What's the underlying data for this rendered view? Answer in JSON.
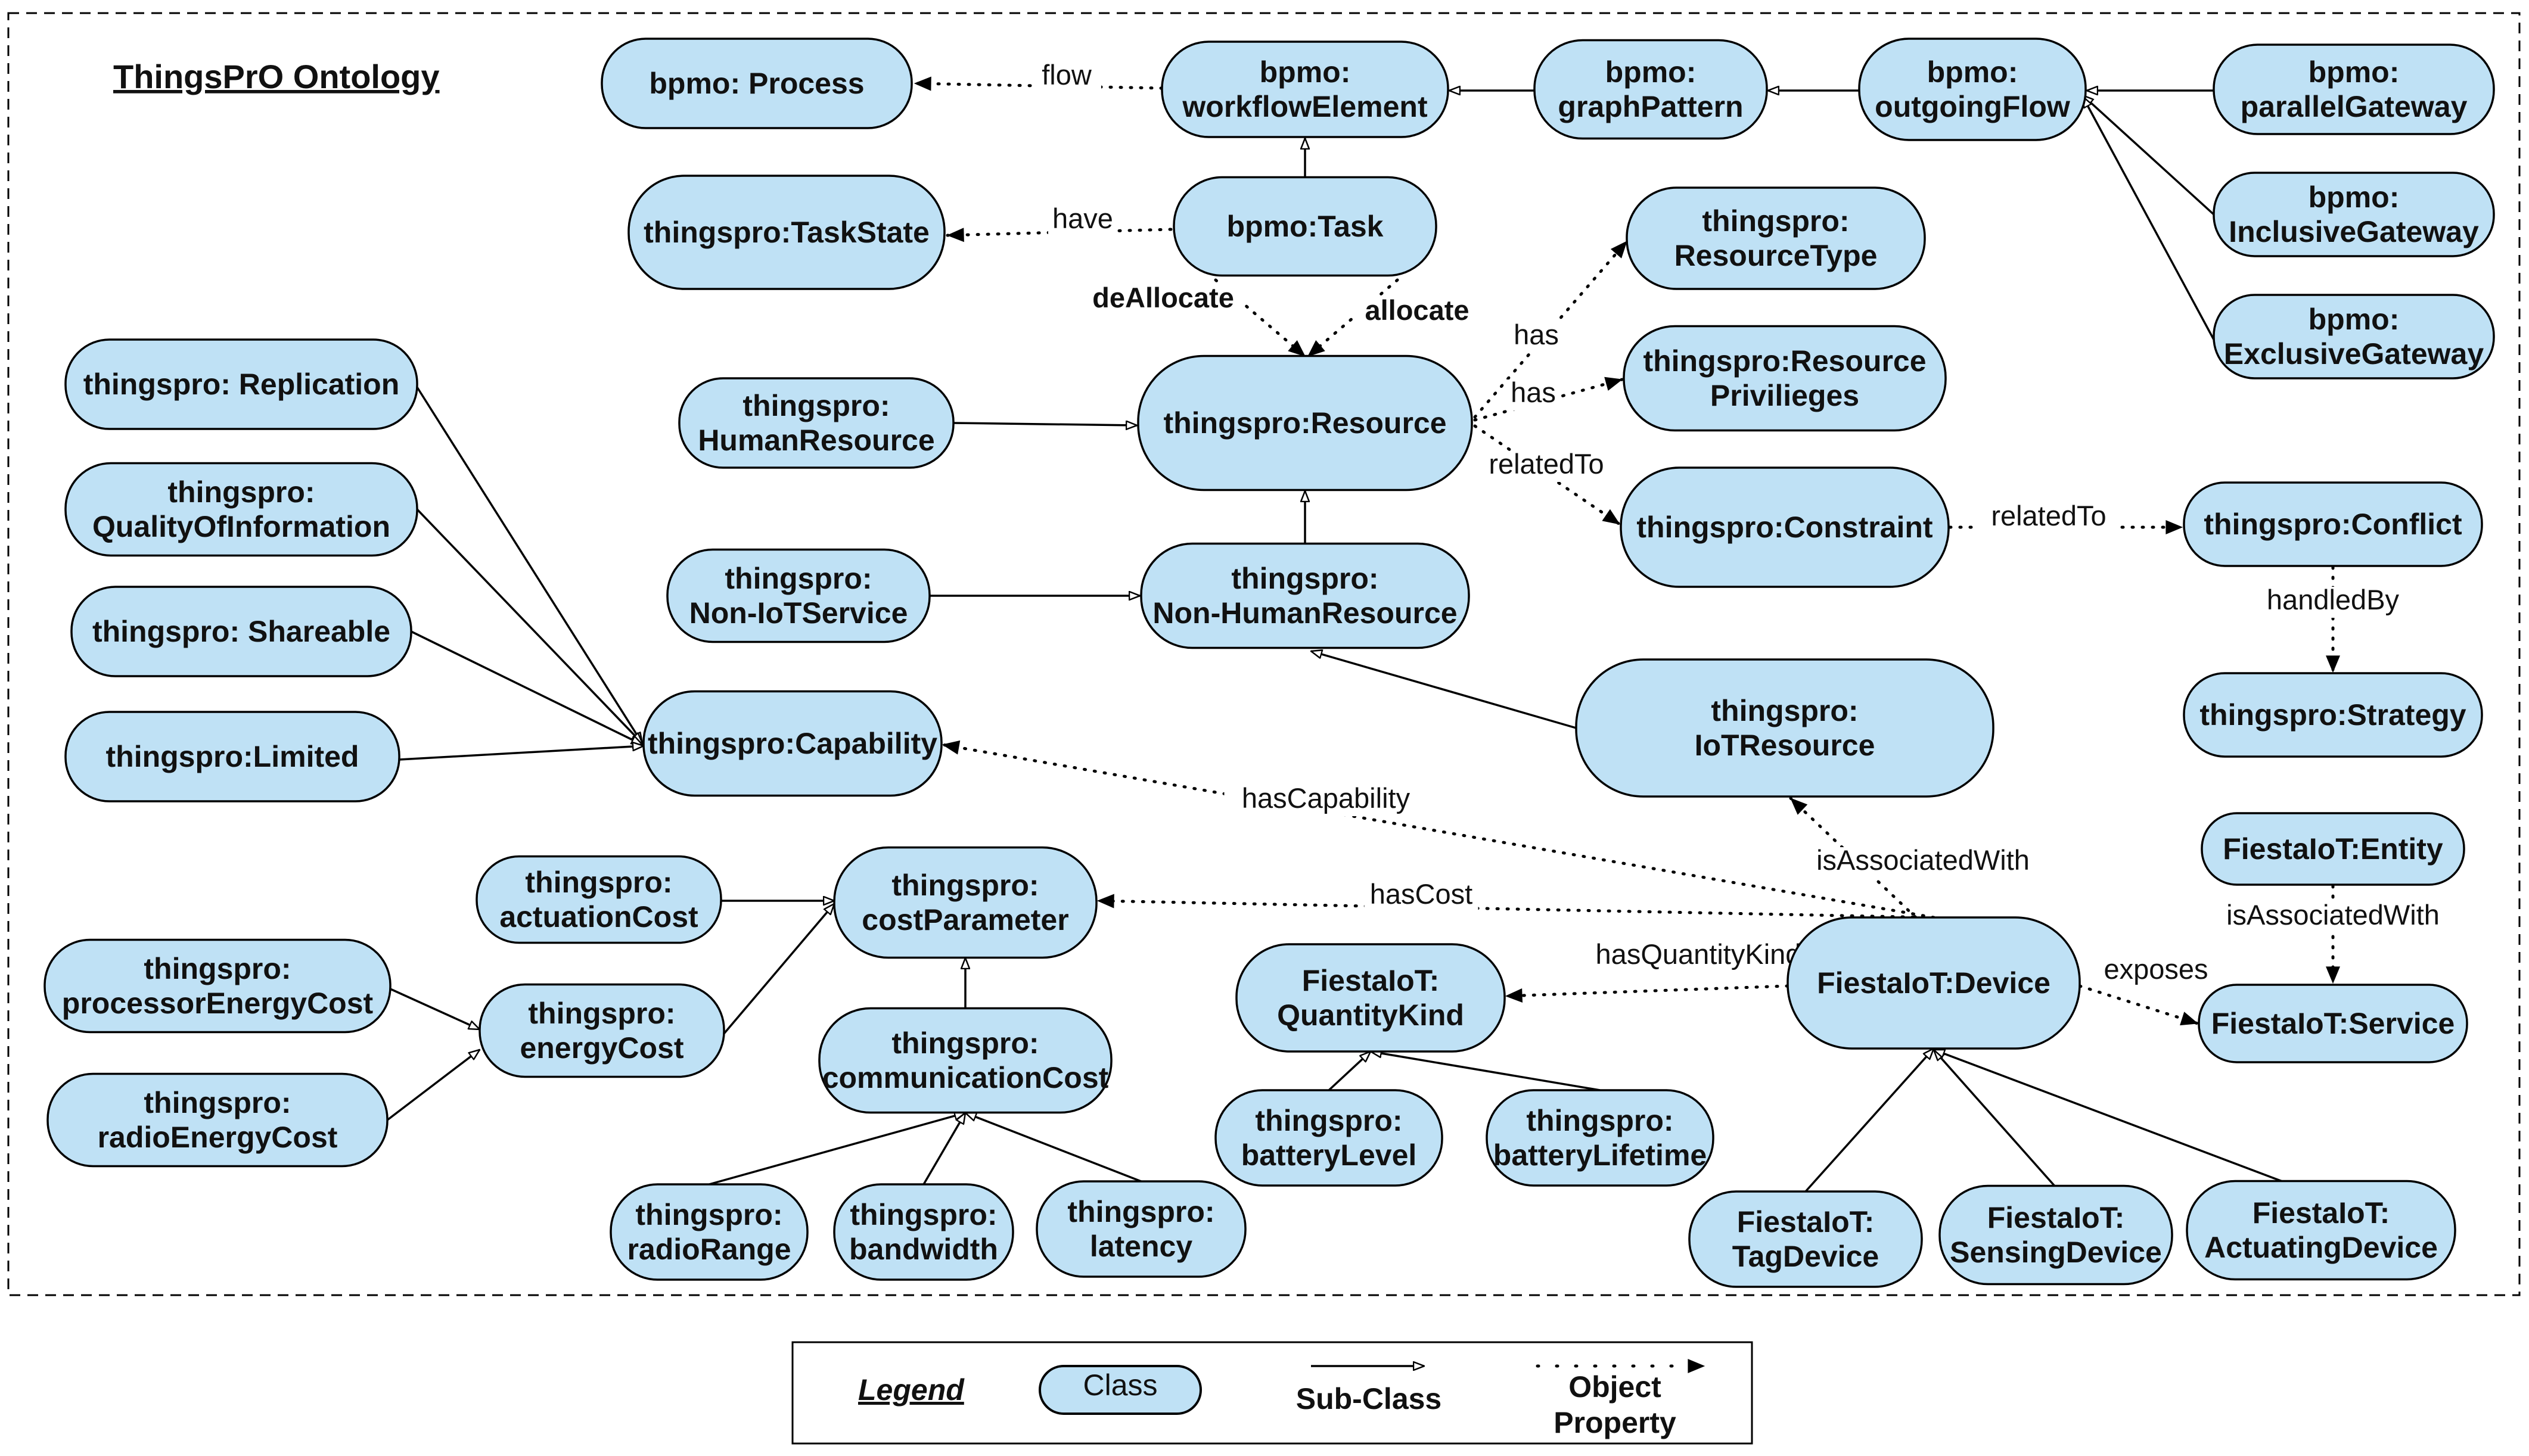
{
  "title": "ThingsPrO Ontology",
  "nodes": {
    "process": [
      "bpmo: Process"
    ],
    "workflowElement": [
      "bpmo:",
      "workflowElement"
    ],
    "graphPattern": [
      "bpmo:",
      "graphPattern"
    ],
    "outgoingFlow": [
      "bpmo:",
      "outgoingFlow"
    ],
    "parallelGateway": [
      "bpmo:",
      "parallelGateway"
    ],
    "inclusiveGateway": [
      "bpmo:",
      "InclusiveGateway"
    ],
    "exclusiveGateway": [
      "bpmo:",
      "ExclusiveGateway"
    ],
    "taskState": [
      "thingspro:TaskState"
    ],
    "task": [
      "bpmo:Task"
    ],
    "resourceType": [
      "thingspro:",
      "ResourceType"
    ],
    "resourcePrivileges": [
      "thingspro:Resource",
      "Privilieges"
    ],
    "resource": [
      "thingspro:Resource"
    ],
    "humanResource": [
      "thingspro:",
      "HumanResource"
    ],
    "constraint": [
      "thingspro:Constraint"
    ],
    "conflict": [
      "thingspro:Conflict"
    ],
    "strategy": [
      "thingspro:Strategy"
    ],
    "replication": [
      "thingspro: Replication"
    ],
    "qualityOfInformation": [
      "thingspro:",
      "QualityOfInformation"
    ],
    "shareable": [
      "thingspro: Shareable"
    ],
    "limited": [
      "thingspro:Limited"
    ],
    "capability": [
      "thingspro:Capability"
    ],
    "nonIoTService": [
      "thingspro:",
      "Non-IoTService"
    ],
    "nonHumanResource": [
      "thingspro:",
      "Non-HumanResource"
    ],
    "iotResource": [
      "thingspro:",
      "IoTResource"
    ],
    "actuationCost": [
      "thingspro:",
      "actuationCost"
    ],
    "costParameter": [
      "thingspro:",
      "costParameter"
    ],
    "processorEnergyCost": [
      "thingspro:",
      "processorEnergyCost"
    ],
    "energyCost": [
      "thingspro:",
      "energyCost"
    ],
    "radioEnergyCost": [
      "thingspro:",
      "radioEnergyCost"
    ],
    "communicationCost": [
      "thingspro:",
      "communicationCost"
    ],
    "radioRange": [
      "thingspro:",
      "radioRange"
    ],
    "bandwidth": [
      "thingspro:",
      "bandwidth"
    ],
    "latency": [
      "thingspro:",
      "latency"
    ],
    "quantityKind": [
      "FiestaIoT:",
      "QuantityKind"
    ],
    "batteryLevel": [
      "thingspro:",
      "batteryLevel"
    ],
    "batteryLifetime": [
      "thingspro:",
      "batteryLifetime"
    ],
    "device": [
      "FiestaIoT:Device"
    ],
    "entity": [
      "FiestaIoT:Entity"
    ],
    "service": [
      "FiestaIoT:Service"
    ],
    "tagDevice": [
      "FiestaIoT:",
      "TagDevice"
    ],
    "sensingDevice": [
      "FiestaIoT:",
      "SensingDevice"
    ],
    "actuatingDevice": [
      "FiestaIoT:",
      "ActuatingDevice"
    ]
  },
  "edge_labels": {
    "flow": "flow",
    "have": "have",
    "deAllocate": "deAllocate",
    "allocate": "allocate",
    "has1": "has",
    "has2": "has",
    "relatedTo1": "relatedTo",
    "relatedTo2": "relatedTo",
    "handledBy": "handledBy",
    "hasCapability": "hasCapability",
    "isAssociatedWith1": "isAssociatedWith",
    "hasCost": "hasCost",
    "hasQuantityKind": "hasQuantityKind",
    "exposes": "exposes",
    "isAssociatedWith2": "isAssociatedWith"
  },
  "legend": {
    "title": "Legend",
    "class": "Class",
    "subclass": "Sub-Class",
    "object_property": [
      "Object",
      "Property"
    ]
  }
}
